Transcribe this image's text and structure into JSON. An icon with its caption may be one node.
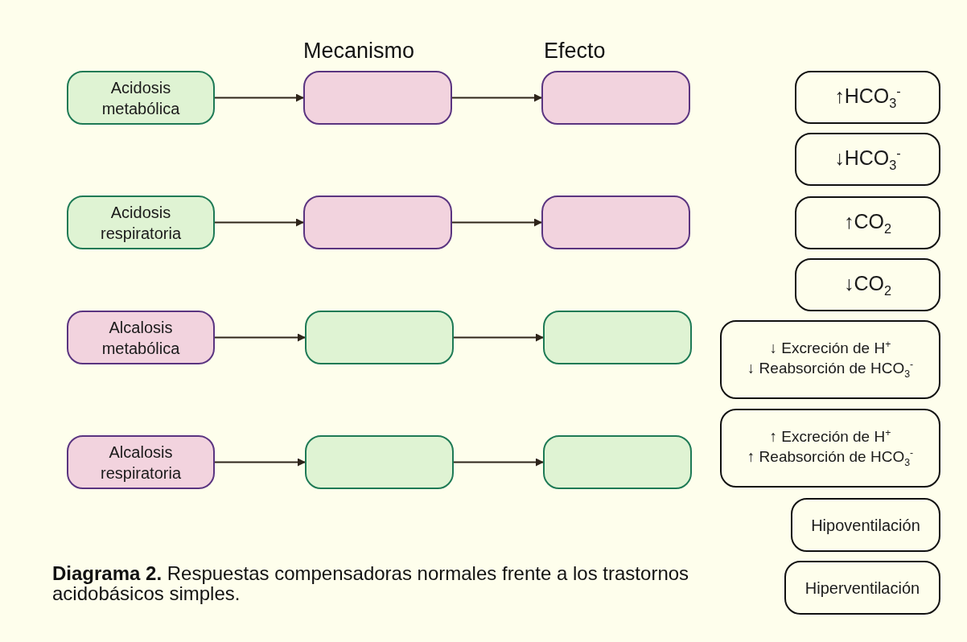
{
  "diagram": {
    "caption": "**Diagrama 2.** Respuestas compensadoras normales frente a los trastornos acidobásicos simples.",
    "nodes": [
      {
        "text": [
          "Acidosis metabólica"
        ]
      },
      {
        "text": [],
        "shape": "box"
      },
      {
        "text": [],
        "shape": "box"
      },
      {
        "text": [
          "Acidosis respiratoria"
        ]
      },
      {
        "text": [],
        "shape": "box"
      },
      {
        "text": [],
        "shape": "box"
      },
      {
        "text": [
          "Alcalosis metabólica"
        ]
      },
      {
        "text": [],
        "shape": "box"
      },
      {
        "text": [],
        "shape": "box"
      },
      {
        "text": [
          "Alcalosis respiratoria"
        ]
      },
      {
        "text": [],
        "shape": "box"
      },
      {
        "text": [],
        "shape": "box"
      },
      {
        "text": [
          "↑HCO$_{3}$$^{-}$"
        ]
      },
      {
        "text": [
          "↓HCO$_{3}$$^{-}$"
        ]
      },
      {
        "text": [
          "↑CO$_{2}$"
        ]
      },
      {
        "text": [
          "↓CO$_{2}$"
        ]
      },
      {
        "text": [
          "↓ Excreción de H$^{+}$",
          "↓ Reabsorción de HCO$_{3}$$^{-}$"
        ]
      },
      {
        "text": [
          "↑ Excreción de H$^{+}$",
          "↑ Reabsorción de HCO$_{3}$$^{-}$"
        ]
      },
      {
        "text": [
          "Hipoventilación"
        ]
      },
      {
        "text": [
          "Hiperventilación"
        ]
      }
    ],
    "edges": [
      {
        "from": 0,
        "to": 1,
        "arrow": "to"
      },
      {
        "from": 1,
        "to": 2,
        "arrow": "to"
      },
      {
        "from": 3,
        "to": 4,
        "arrow": "to"
      },
      {
        "from": 4,
        "to": 5,
        "arrow": "to"
      },
      {
        "from": 6,
        "to": 7,
        "arrow": "to"
      },
      {
        "from": 7,
        "to": 8,
        "arrow": "to"
      },
      {
        "from": 9,
        "to": 10,
        "arrow": "to"
      },
      {
        "from": 10,
        "to": 11,
        "arrow": "to"
      }
    ],
    "labels": [
      "Mecanismo",
      "Efecto"
    ]
  }
}
